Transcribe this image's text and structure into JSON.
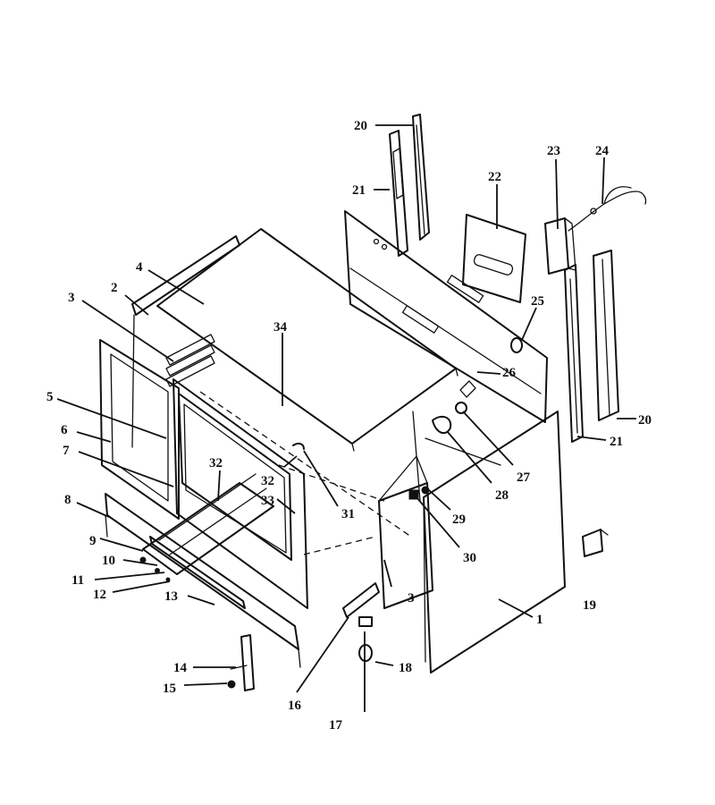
{
  "callouts": {
    "c1": "1",
    "c2": "2",
    "c3a": "3",
    "c3b": "3",
    "c4": "4",
    "c5": "5",
    "c6": "6",
    "c7": "7",
    "c8": "8",
    "c9": "9",
    "c10": "10",
    "c11": "11",
    "c12": "12",
    "c13": "13",
    "c14": "14",
    "c15": "15",
    "c16": "16",
    "c17": "17",
    "c18": "18",
    "c19": "19",
    "c20a": "20",
    "c20b": "20",
    "c21a": "21",
    "c21b": "21",
    "c22": "22",
    "c23": "23",
    "c24": "24",
    "c25": "25",
    "c26": "26",
    "c27": "27",
    "c28": "28",
    "c29": "29",
    "c30": "30",
    "c31": "31",
    "c32a": "32",
    "c32b": "32",
    "c33": "33",
    "c34": "34"
  },
  "colors": {
    "ink": "#111111",
    "paper": "#ffffff"
  }
}
